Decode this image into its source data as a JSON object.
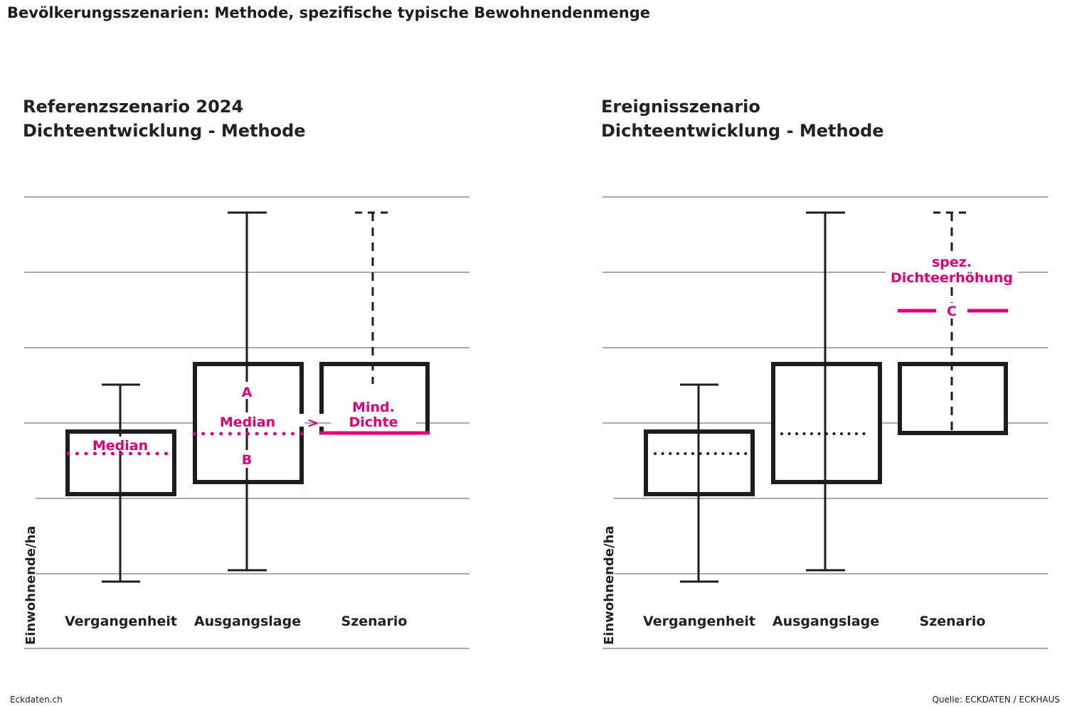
{
  "title": "Bevölkerungsszenarien: Methode, spezifische typische Bewohnendenmenge",
  "colors": {
    "accent": "#e2007a",
    "box": "#1d1d1b",
    "grid": "#555555"
  },
  "panels": [
    {
      "title_line1": "Referenzszenario 2024",
      "title_line2": "Dichteentwicklung - Methode",
      "ylabel": "Einwohnende/ha",
      "categories": [
        "Vergangenheit",
        "Ausgangslage",
        "Szenario"
      ],
      "annotations": {
        "median_1": "Median",
        "a": "A",
        "median_2": "Median",
        "b": "B",
        "gt": ">",
        "mind_1": "Mind.",
        "mind_2": "Dichte"
      }
    },
    {
      "title_line1": "Ereignisszenario",
      "title_line2": "Dichteentwicklung - Methode",
      "ylabel": "Einwohnende/ha",
      "categories": [
        "Vergangenheit",
        "Ausgangslage",
        "Szenario"
      ],
      "annotations": {
        "spez_1": "spez.",
        "spez_2": "Dichteerhöhung",
        "c": "C"
      }
    }
  ],
  "footer": {
    "left": "Eckdaten.ch",
    "right": "Quelle: ECKDATEN / ECKHAUS"
  }
}
